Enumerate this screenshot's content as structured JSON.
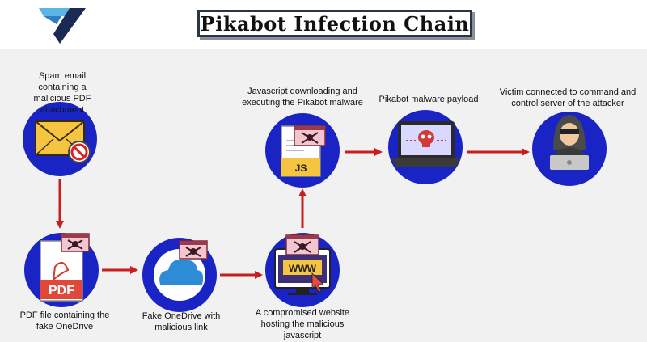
{
  "title": "Pikabot Infection Chain",
  "icons": {
    "logo": "company-logo",
    "email": "envelope-blocked-icon",
    "pdf": "pdf-file-icon",
    "onedrive": "cloud-icon",
    "website": "compromised-website-icon",
    "javascript": "js-file-icon",
    "payload": "laptop-skull-icon",
    "victim": "hacker-icon"
  },
  "steps": {
    "email": "Spam email containing a malicious PDF attachment",
    "pdf": "PDF file containing the fake OneDrive",
    "onedrive": "Fake OneDrive with malicious link",
    "website": "A compromised website hosting the malicious javascript",
    "javascript": "Javascript downloading and executing the Pikabot malware",
    "payload": "Pikabot malware payload",
    "victim": "Victim connected to  command and control  server of the attacker"
  },
  "glyphs": {
    "pdf_tag": "PDF",
    "js_tag": "JS",
    "www_tag": "WWW"
  },
  "colors": {
    "circle": "#1a24c4",
    "arrow": "#c81e1e",
    "background": "#f1f1f1",
    "title_border": "#2b3548"
  }
}
